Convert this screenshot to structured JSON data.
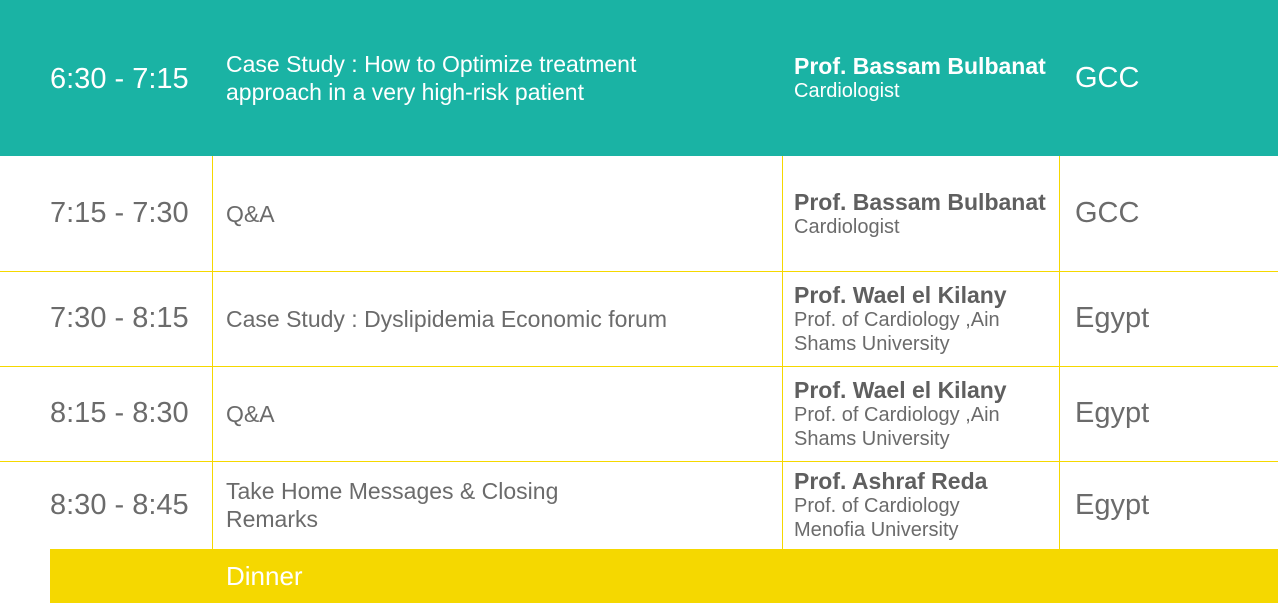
{
  "schedule": {
    "rows": [
      {
        "time": "6:30 - 7:15",
        "topic": [
          "Case Study : How to Optimize treatment",
          "approach in a very high-risk patient"
        ],
        "speaker_name": "Prof. Bassam Bulbanat",
        "speaker_title": [
          "Cardiologist"
        ],
        "region": "GCC"
      },
      {
        "time": "7:15 - 7:30",
        "topic": [
          "Q&A"
        ],
        "speaker_name": "Prof. Bassam Bulbanat",
        "speaker_title": [
          "Cardiologist"
        ],
        "region": "GCC"
      },
      {
        "time": "7:30 - 8:15",
        "topic": [
          "Case Study : Dyslipidemia Economic forum"
        ],
        "speaker_name": "Prof. Wael el Kilany",
        "speaker_title": [
          "Prof. of Cardiology ,Ain",
          "Shams University"
        ],
        "region": "Egypt"
      },
      {
        "time": "8:15 - 8:30",
        "topic": [
          "Q&A"
        ],
        "speaker_name": "Prof. Wael el Kilany",
        "speaker_title": [
          "Prof. of Cardiology ,Ain",
          "Shams University"
        ],
        "region": "Egypt"
      },
      {
        "time": "8:30 - 8:45",
        "topic": [
          "Take Home Messages & Closing",
          "Remarks"
        ],
        "speaker_name": "Prof. Ashraf Reda",
        "speaker_title": [
          "Prof. of Cardiology",
          "Menofia University"
        ],
        "region": "Egypt"
      }
    ],
    "dinner_label": "Dinner"
  },
  "colors": {
    "header_teal": "#1ab3a4",
    "grid_yellow": "#f5d800",
    "text_gray": "#6b6b6b"
  }
}
